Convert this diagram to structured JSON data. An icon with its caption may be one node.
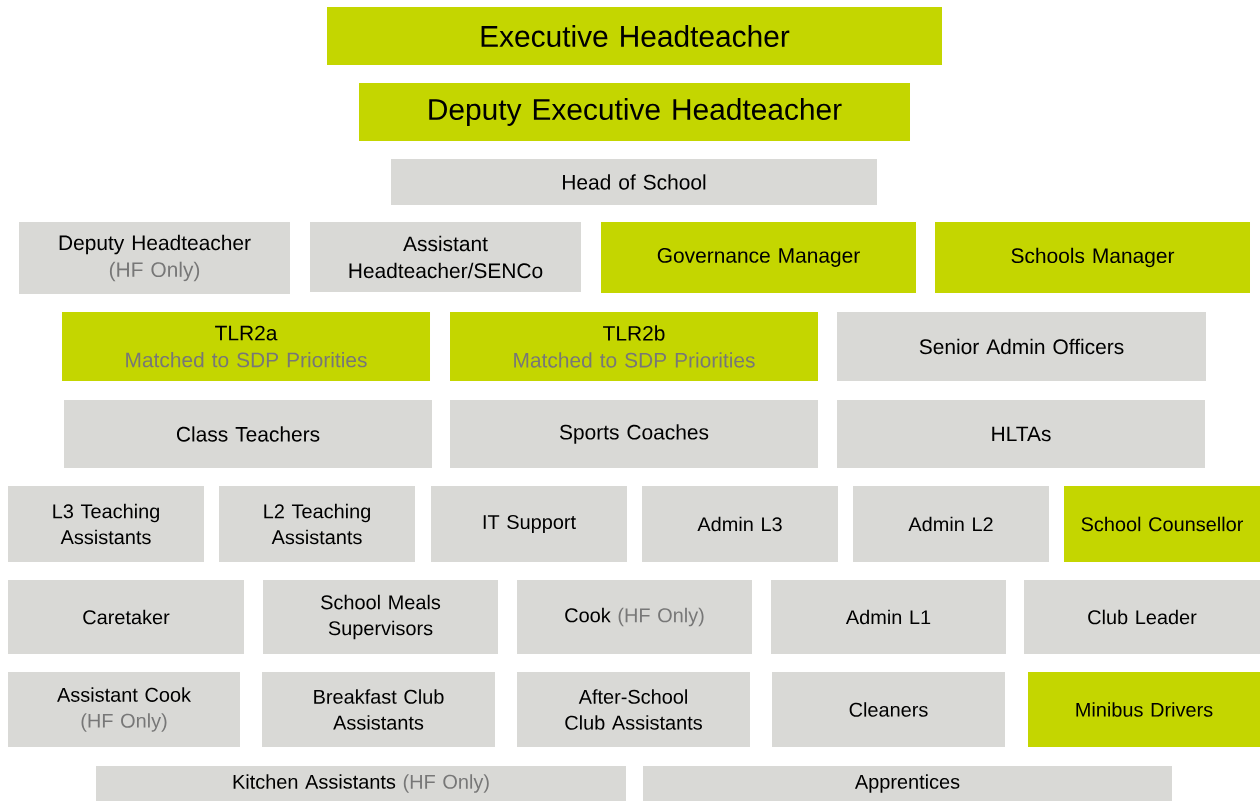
{
  "diagram": {
    "nodes": [
      {
        "text": [
          "Executive Headteacher"
        ]
      },
      {
        "text": [
          "Deputy Executive Headteacher"
        ]
      },
      {
        "text": [
          "Head of School"
        ]
      },
      {
        "text": [
          "Deputy Headteacher",
          "(HF Only)"
        ]
      },
      {
        "text": [
          "Assistant Headteacher/SENCo"
        ]
      },
      {
        "text": [
          "Governance Manager"
        ]
      },
      {
        "text": [
          "Schools Manager"
        ]
      },
      {
        "text": [
          "TLR2a",
          "Matched to SDP Priorities"
        ]
      },
      {
        "text": [
          "TLR2b",
          "Matched to SDP Priorities"
        ]
      },
      {
        "text": [
          "Senior Admin Officers"
        ]
      },
      {
        "text": [
          "Class Teachers"
        ]
      },
      {
        "text": [
          "Sports Coaches"
        ]
      },
      {
        "text": [
          "HLTAs"
        ]
      },
      {
        "text": [
          "L3 Teaching Assistants"
        ]
      },
      {
        "text": [
          "L2 Teaching Assistants"
        ]
      },
      {
        "text": [
          "IT Support"
        ]
      },
      {
        "text": [
          "Admin L3"
        ]
      },
      {
        "text": [
          "Admin L2"
        ]
      },
      {
        "text": [
          "School Counsellor"
        ]
      },
      {
        "text": [
          "Caretaker"
        ]
      },
      {
        "text": [
          "School Meals Supervisors"
        ]
      },
      {
        "text": [
          "Cook",
          "(HF Only)"
        ]
      },
      {
        "text": [
          "Admin L1"
        ]
      },
      {
        "text": [
          "Club Leader"
        ]
      },
      {
        "text": [
          "Assistant Cook",
          "(HF Only)"
        ]
      },
      {
        "text": [
          "Breakfast Club Assistants"
        ]
      },
      {
        "text": [
          "After-School Club Assistants"
        ]
      },
      {
        "text": [
          "Cleaners"
        ]
      },
      {
        "text": [
          "Minibus Drivers"
        ]
      },
      {
        "text": [
          "Kitchen Assistants",
          "(HF Only)"
        ]
      },
      {
        "text": [
          "Apprentices"
        ]
      }
    ]
  }
}
